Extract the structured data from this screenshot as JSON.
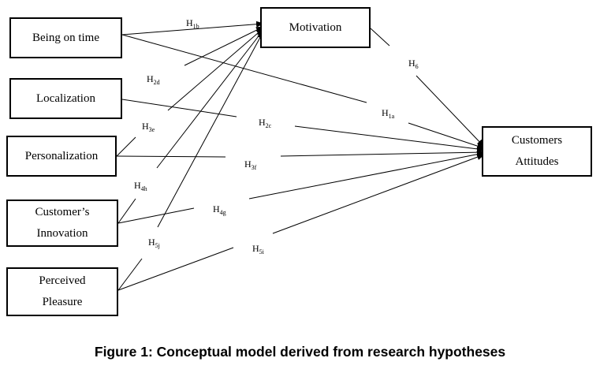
{
  "nodes": {
    "being_on_time": "Being on time",
    "localization": "Localization",
    "personalization": "Personalization",
    "customers_innovation": [
      "Customer’s",
      "Innovation"
    ],
    "perceived_pleasure": [
      "Perceived",
      "Pleasure"
    ],
    "motivation": "Motivation",
    "customers_attitudes": [
      "Customers",
      "Attitudes"
    ]
  },
  "hypotheses": [
    {
      "id": "h1b",
      "letter": "H",
      "sub": "1b",
      "from": "being_on_time",
      "to": "motivation"
    },
    {
      "id": "h1a",
      "letter": "H",
      "sub": "1a",
      "from": "being_on_time",
      "to": "customers_attitudes"
    },
    {
      "id": "h2d",
      "letter": "H",
      "sub": "2d",
      "from": "localization",
      "to": "motivation"
    },
    {
      "id": "h2c",
      "letter": "H",
      "sub": "2c",
      "from": "localization",
      "to": "customers_attitudes"
    },
    {
      "id": "h3e",
      "letter": "H",
      "sub": "3e",
      "from": "personalization",
      "to": "motivation"
    },
    {
      "id": "h3f",
      "letter": "H",
      "sub": "3f",
      "from": "personalization",
      "to": "customers_attitudes"
    },
    {
      "id": "h4h",
      "letter": "H",
      "sub": "4h",
      "from": "customers_innovation",
      "to": "motivation"
    },
    {
      "id": "h4g",
      "letter": "H",
      "sub": "4g",
      "from": "customers_innovation",
      "to": "customers_attitudes"
    },
    {
      "id": "h5j",
      "letter": "H",
      "sub": "5j",
      "from": "perceived_pleasure",
      "to": "motivation"
    },
    {
      "id": "h5i",
      "letter": "H",
      "sub": "5i",
      "from": "perceived_pleasure",
      "to": "customers_attitudes"
    },
    {
      "id": "h6",
      "letter": "H",
      "sub": "6",
      "from": "motivation",
      "to": "customers_attitudes"
    }
  ],
  "caption": "Figure 1: Conceptual model derived from research hypotheses",
  "colors": {
    "line": "#000000",
    "box_border": "#000000",
    "background": "#ffffff"
  }
}
